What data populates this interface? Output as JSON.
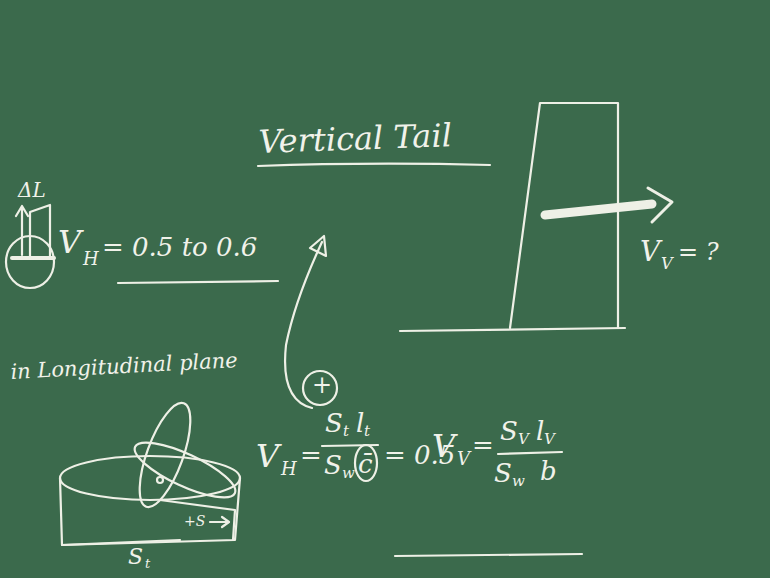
{
  "diagram": {
    "title": "Vertical Tail",
    "labels": [
      "ΔL",
      "V",
      "H",
      "= 0.5 to 0.6",
      "+",
      "in Longitudinal plane",
      "V",
      "H",
      "=",
      "S",
      "t",
      "l",
      "t",
      "S",
      "w",
      "c̄",
      "= 0.5",
      "V",
      "V",
      "=",
      "S",
      "V",
      "l",
      "V",
      "S",
      "w",
      "b",
      "V",
      "V",
      "= ?",
      "+S",
      "S",
      "t"
    ]
  }
}
